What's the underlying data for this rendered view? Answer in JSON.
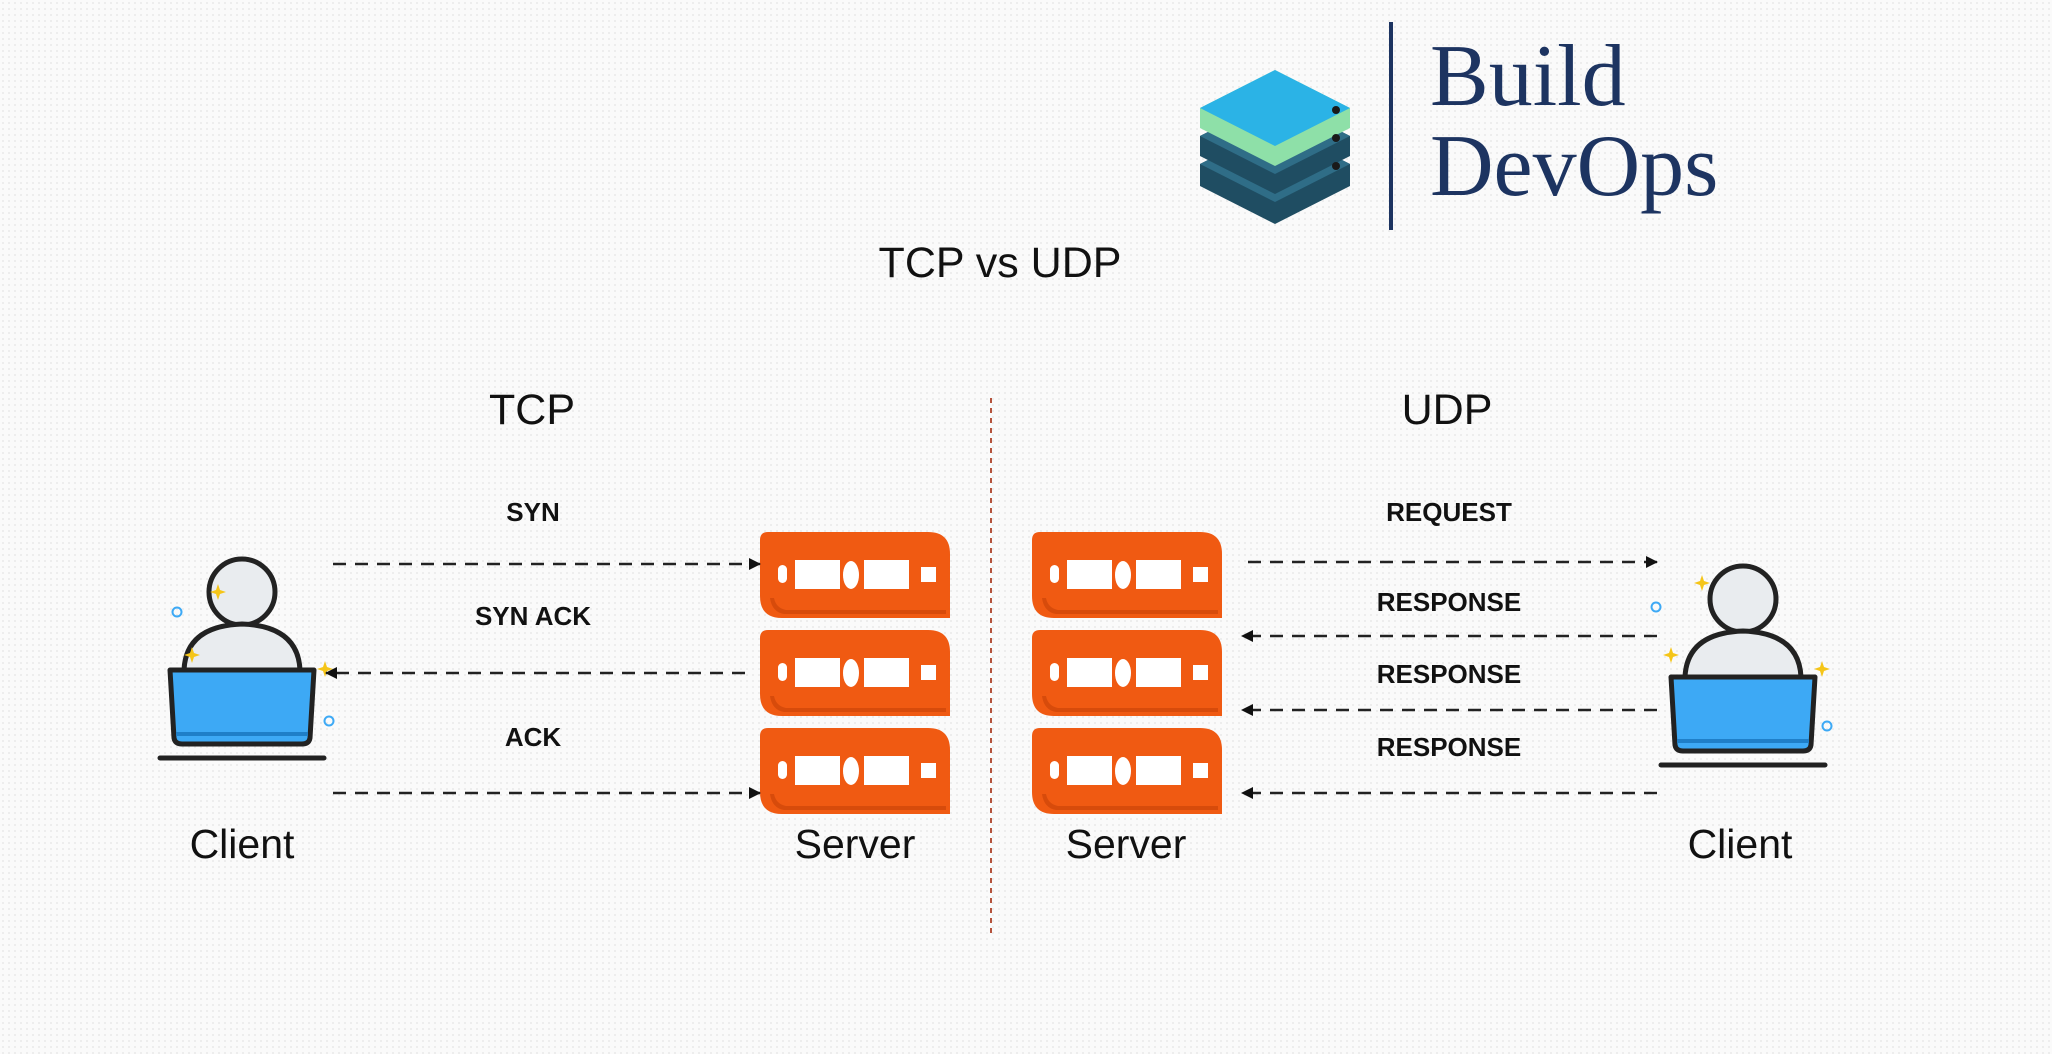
{
  "logo": {
    "line1": "Build",
    "line2": "DevOps"
  },
  "title": "TCP vs UDP",
  "tcp": {
    "heading": "TCP",
    "client_label": "Client",
    "server_label": "Server",
    "messages": [
      "SYN",
      "SYN ACK",
      "ACK"
    ]
  },
  "udp": {
    "heading": "UDP",
    "client_label": "Client",
    "server_label": "Server",
    "messages": [
      "REQUEST",
      "RESPONSE",
      "RESPONSE",
      "RESPONSE"
    ]
  },
  "colors": {
    "server": "#f05a12",
    "client_laptop": "#3da9f5",
    "person_head": "#e9ecef",
    "logo_teal": "#2bb3e6",
    "logo_green": "#8ee0a8",
    "logo_dark": "#245b72",
    "logo_text": "#1d3461"
  },
  "icons": [
    "server-stack-icon",
    "client-person-laptop-icon",
    "stacked-servers-logo-icon"
  ]
}
